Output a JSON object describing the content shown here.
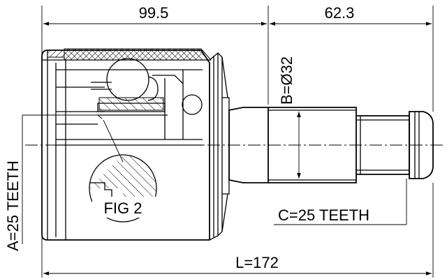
{
  "dimensions": {
    "housing_length": "99.5",
    "shaft_length": "62.3",
    "overall_length": "L=172",
    "shaft_diameter": "B=Ø32",
    "outer_teeth": "A=25 TEETH",
    "shaft_teeth": "C=25 TEETH"
  },
  "callout": {
    "label": "FIG 2"
  }
}
